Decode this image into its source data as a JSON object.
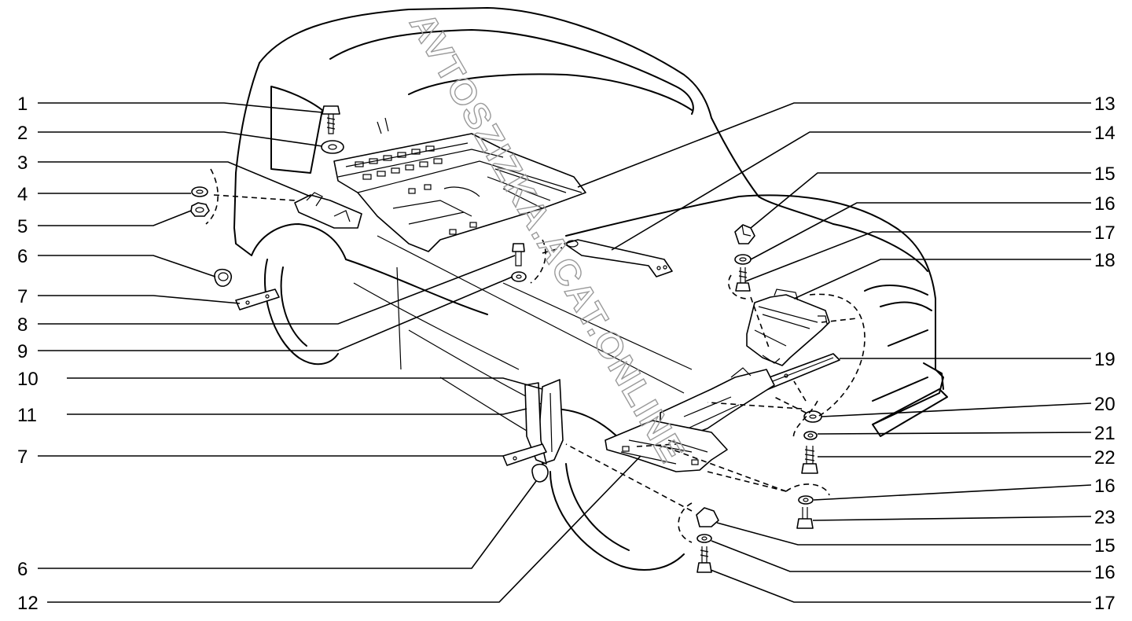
{
  "labels": [
    {
      "id": "l1",
      "text": "1"
    },
    {
      "id": "l2",
      "text": "2"
    },
    {
      "id": "l3",
      "text": "3"
    },
    {
      "id": "l4",
      "text": "4"
    },
    {
      "id": "l5",
      "text": "5"
    },
    {
      "id": "l6a",
      "text": "6"
    },
    {
      "id": "l7a",
      "text": "7"
    },
    {
      "id": "l8",
      "text": "8"
    },
    {
      "id": "l9",
      "text": "9"
    },
    {
      "id": "l10",
      "text": "10"
    },
    {
      "id": "l11",
      "text": "11"
    },
    {
      "id": "l7b",
      "text": "7"
    },
    {
      "id": "l6b",
      "text": "6"
    },
    {
      "id": "l12",
      "text": "12"
    },
    {
      "id": "l13",
      "text": "13"
    },
    {
      "id": "l14",
      "text": "14"
    },
    {
      "id": "l15a",
      "text": "15"
    },
    {
      "id": "l16a",
      "text": "16"
    },
    {
      "id": "l17a",
      "text": "17"
    },
    {
      "id": "l18",
      "text": "18"
    },
    {
      "id": "l19",
      "text": "19"
    },
    {
      "id": "l20",
      "text": "20"
    },
    {
      "id": "l21",
      "text": "21"
    },
    {
      "id": "l22",
      "text": "22"
    },
    {
      "id": "l16b",
      "text": "16"
    },
    {
      "id": "l23",
      "text": "23"
    },
    {
      "id": "l15b",
      "text": "15"
    },
    {
      "id": "l16c",
      "text": "16"
    },
    {
      "id": "l17b",
      "text": "17"
    }
  ],
  "watermark": "AVTOSZIZKA.ACAT.ONLINE"
}
